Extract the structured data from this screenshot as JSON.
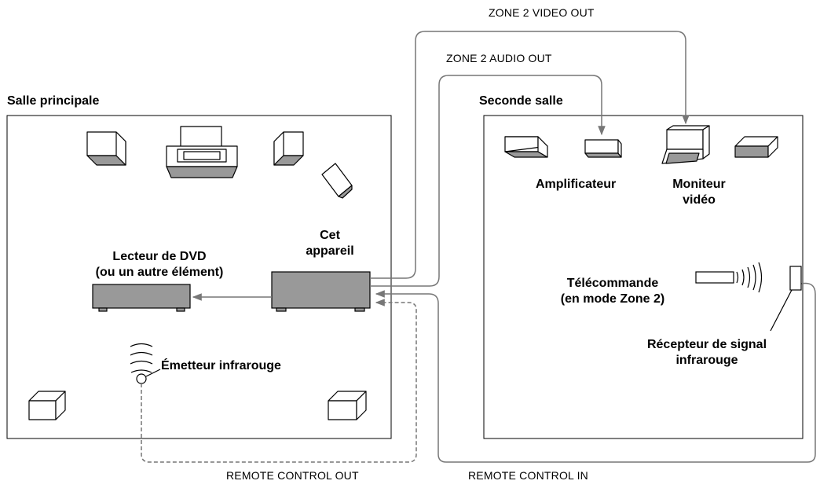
{
  "rooms": {
    "main": {
      "title": "Salle principale"
    },
    "second": {
      "title": "Seconde salle"
    }
  },
  "connections": {
    "zone2_video_out": "ZONE 2 VIDEO OUT",
    "zone2_audio_out": "ZONE 2 AUDIO OUT",
    "remote_control_out": "REMOTE CONTROL OUT",
    "remote_control_in": "REMOTE CONTROL IN"
  },
  "devices": {
    "receiver": {
      "line1": "Cet",
      "line2": "appareil"
    },
    "dvd": {
      "line1": "Lecteur de DVD",
      "line2": "(ou un autre élément)"
    },
    "ir_emitter": {
      "label": "Émetteur infrarouge"
    },
    "amplifier": {
      "label": "Amplificateur"
    },
    "monitor": {
      "line1": "Moniteur",
      "line2": "vidéo"
    },
    "remote": {
      "line1": "Télécommande",
      "line2": "(en mode Zone 2)"
    },
    "ir_receiver": {
      "line1": "Récepteur de signal",
      "line2": "infrarouge"
    }
  }
}
